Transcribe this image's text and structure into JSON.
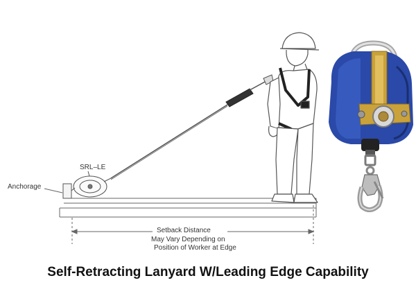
{
  "labels": {
    "anchorage": "Anchorage",
    "srl": "SRL–LE",
    "setback_title": "Setback Distance",
    "setback_line1": "May Vary Depending on",
    "setback_line2": "Position of Worker at Edge"
  },
  "caption": "Self-Retracting Lanyard W/Leading Edge Capability",
  "colors": {
    "line_art": "#555555",
    "device_blue": "#2a49a8",
    "device_gold": "#c9a23c",
    "device_metal": "#b8b8b8",
    "caption_text": "#111111"
  },
  "icons": {
    "worker": "worker-figure-icon",
    "device": "srl-device-photo-icon",
    "hook": "snap-hook-icon"
  }
}
